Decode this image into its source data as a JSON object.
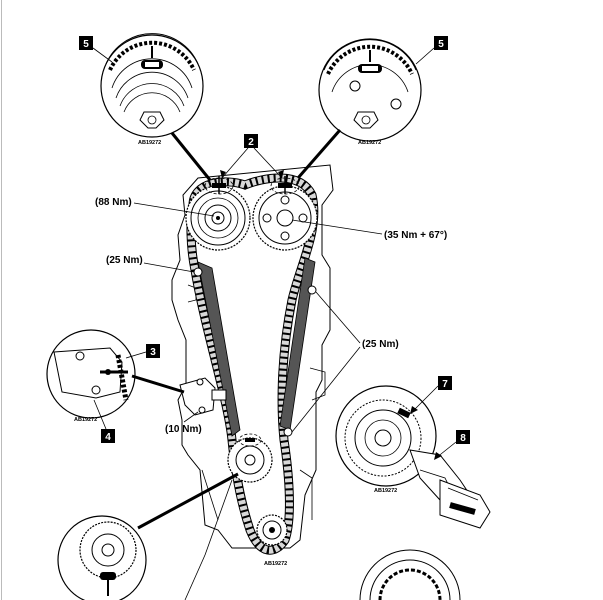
{
  "callouts": {
    "c5_left": "5",
    "c5_right": "5",
    "c2": "2",
    "c3": "3",
    "c4": "4",
    "c7": "7",
    "c8": "8"
  },
  "torques": {
    "cam_bolt": "(88 Nm)",
    "cam_sprocket_bolts": "(35 Nm + 67°)",
    "guide_bolt": "(25 Nm)",
    "guide_bolts_right": "(25 Nm)",
    "tensioner_bolts": "(10 Nm)"
  },
  "references": {
    "detail_top_left": "AB19272",
    "detail_top_right": "AB19272",
    "detail_tensioner": "AB19272",
    "detail_vvt": "AB19272",
    "main_view": "AB19272"
  }
}
